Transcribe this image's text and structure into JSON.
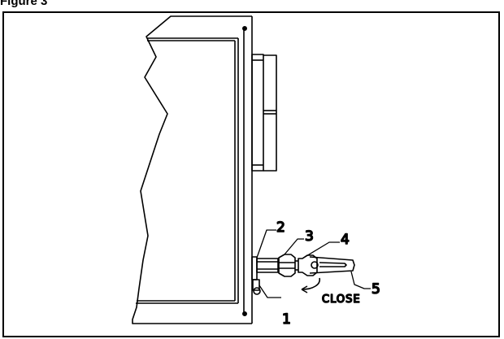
{
  "figure": {
    "caption": "Figure 3",
    "callouts": [
      {
        "id": "1",
        "text": "1"
      },
      {
        "id": "2",
        "text": "2"
      },
      {
        "id": "3",
        "text": "3"
      },
      {
        "id": "4",
        "text": "4"
      },
      {
        "id": "5",
        "text": "5"
      }
    ],
    "direction_label": "CLOSE"
  }
}
